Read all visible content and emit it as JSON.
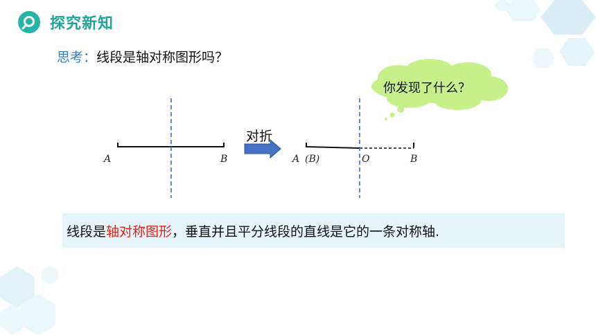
{
  "header": {
    "title": "探究新知",
    "icon": "magnifier-icon"
  },
  "question": {
    "prefix": "思考：",
    "text": "线段是轴对称图形吗？"
  },
  "figure": {
    "left_labels": {
      "a": "A",
      "b": "B"
    },
    "fold_label": "对折",
    "right_labels": {
      "a": "A",
      "b_paren": "(B)",
      "o": "O",
      "b": "B"
    },
    "cloud_text": "你发现了什么？"
  },
  "conclusion": {
    "before": "线段是",
    "highlight": "轴对称图形",
    "after": "，垂直并且平分线段的直线是它的一条对称轴."
  },
  "colors": {
    "accent": "#21a596",
    "axis": "#3b6fd6",
    "arrow": "#4472c4",
    "highlight": "#e5201c",
    "cloud": "#c5f08a",
    "panel": "#e6f4f7"
  }
}
